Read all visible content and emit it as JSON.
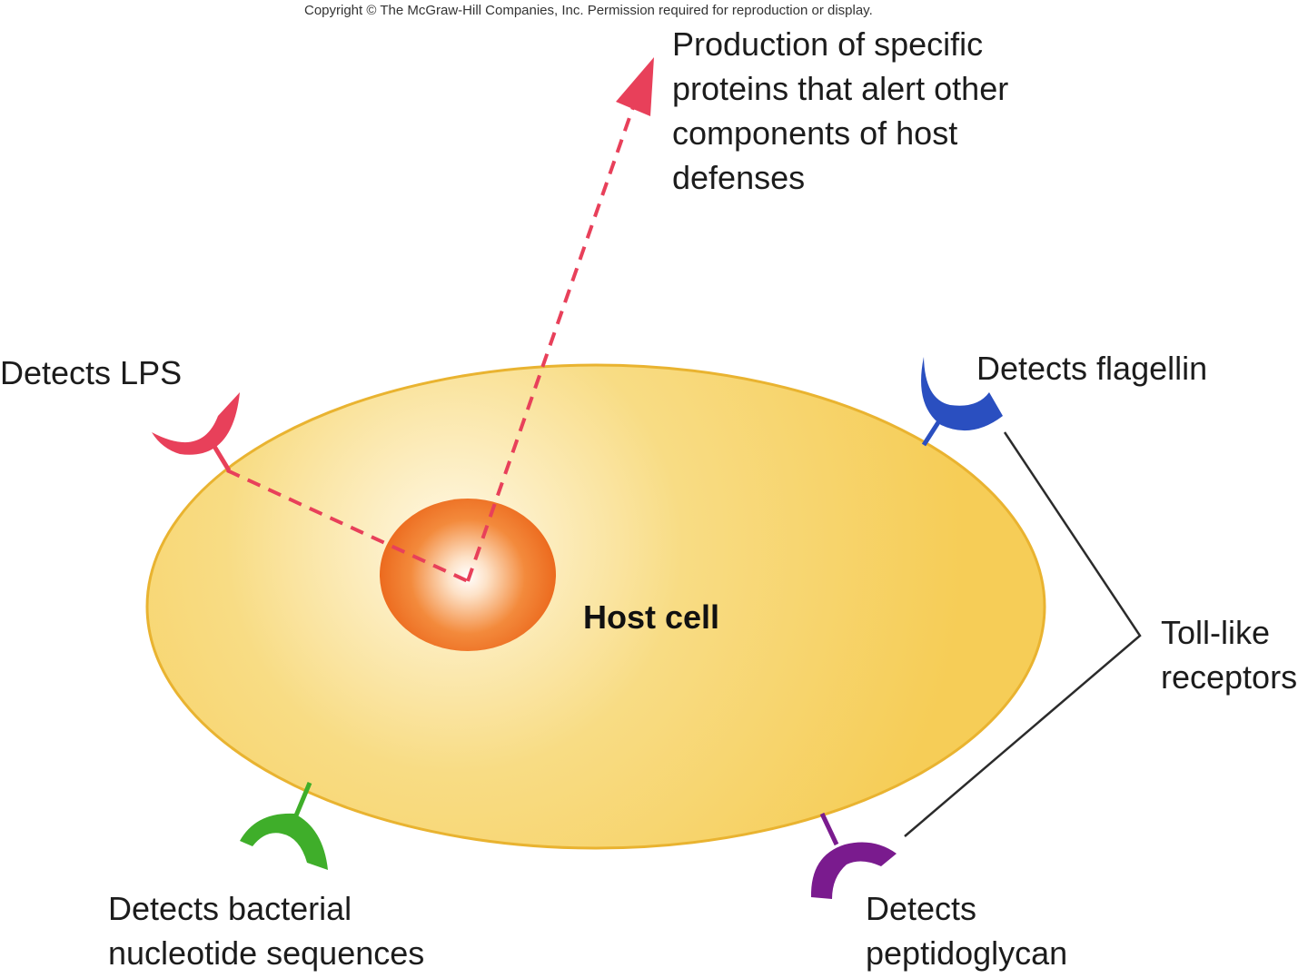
{
  "copyright": "Copyright © The McGraw-Hill Companies, Inc. Permission required for reproduction or display.",
  "host_cell": {
    "label": "Host cell",
    "fill_color": "#f6cd57",
    "nucleus_color": "#f0782a"
  },
  "output": {
    "lines": [
      "Production of specific",
      "proteins that alert other",
      "components of host",
      "defenses"
    ],
    "color": "#e8405a"
  },
  "receptors": {
    "lps": {
      "lines": [
        "Detects LPS"
      ],
      "color": "#e8405a"
    },
    "flagellin": {
      "lines": [
        "Detects flagellin"
      ],
      "color": "#2a4fc0"
    },
    "nucleotide": {
      "lines": [
        "Detects bacterial",
        "nucleotide sequences"
      ],
      "color": "#3fae2a"
    },
    "peptidoglycan": {
      "lines": [
        "Detects",
        "peptidoglycan"
      ],
      "color": "#7a1b8e"
    }
  },
  "group_label": {
    "lines": [
      "Toll-like",
      "receptors"
    ]
  }
}
